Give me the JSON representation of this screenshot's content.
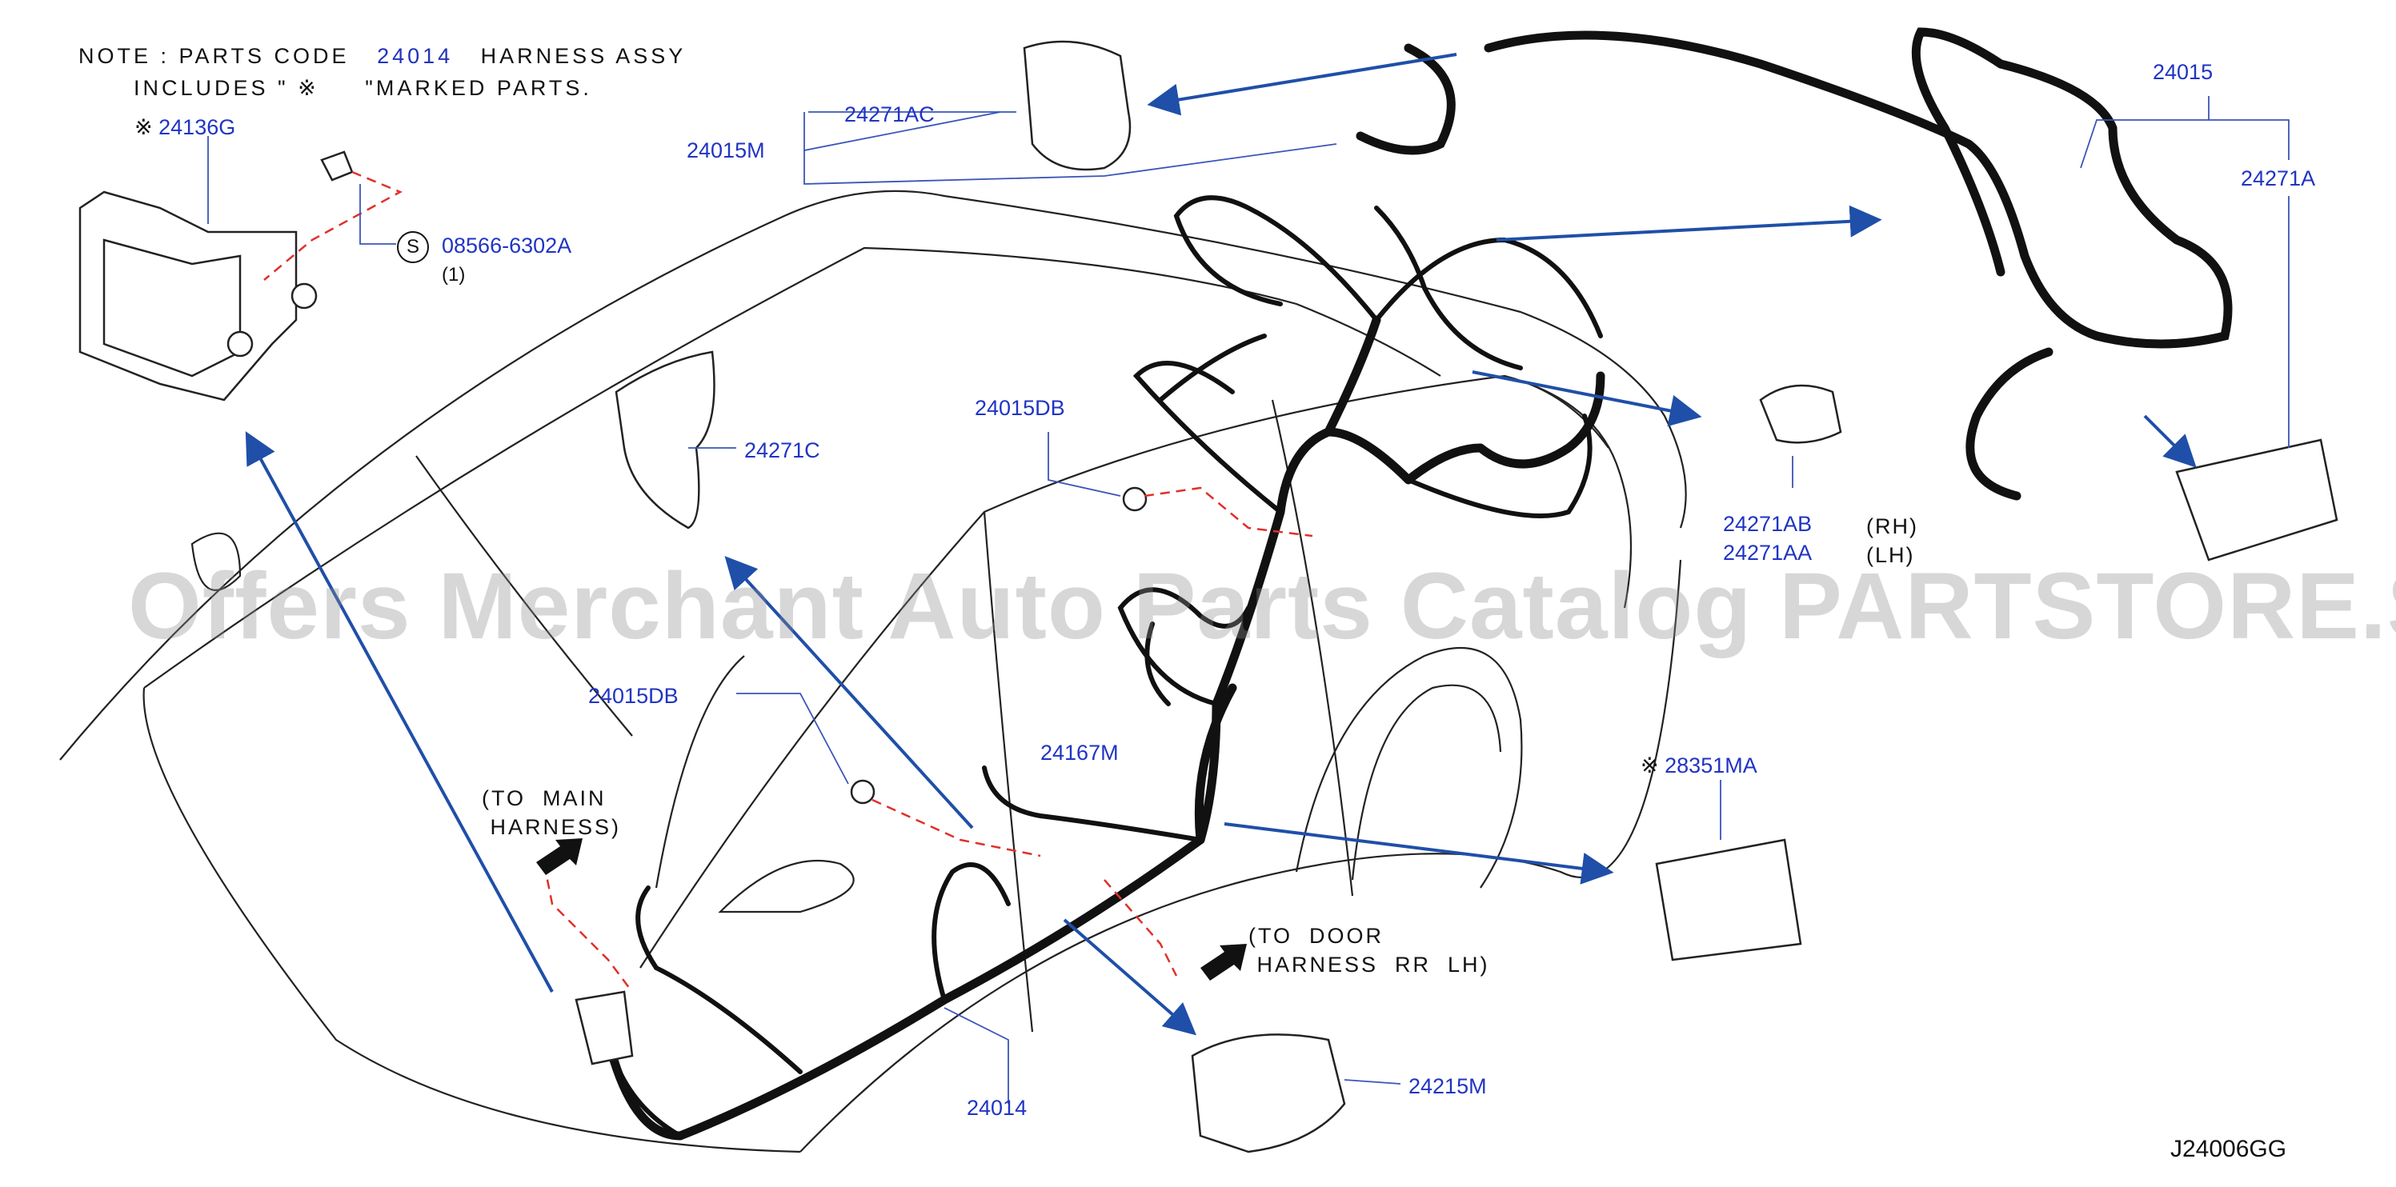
{
  "note": {
    "line1_prefix": "NOTE : PARTS CODE",
    "line1_code": "24014",
    "line1_suffix": "HARNESS ASSY",
    "line2": "INCLUDES \" ※     \"MARKED PARTS."
  },
  "labels": {
    "p24136G": "24136G",
    "p08566": "08566-6302A",
    "p08566_qty": "(1)",
    "p08566_symbol": "S",
    "p24015M": "24015M",
    "p24271AC": "24271AC",
    "p24271C": "24271C",
    "p24015DB_top": "24015DB",
    "p24015DB_mid": "24015DB",
    "p24167M": "24167M",
    "p24014": "24014",
    "p24215M": "24215M",
    "p24015": "24015",
    "p24271A": "24271A",
    "p24271AB": "24271AB",
    "p24271AB_side": "(RH)",
    "p24271AA": "24271AA",
    "p24271AA_side": "(LH)",
    "p28351MA": "28351MA",
    "star_mark": "※"
  },
  "callouts": {
    "to_main_1": "(TO  MAIN",
    "to_main_2": " HARNESS)",
    "to_door_1": "(TO  DOOR",
    "to_door_2": " HARNESS  RR  LH)"
  },
  "watermark": "Offers Merchant Auto Parts Catalog PARTSTORE.SA",
  "figure_code": "J24006GG",
  "colors": {
    "label_blue": "#2034c4",
    "arrow_blue": "#1f4fa8",
    "leader_red": "#e0302a",
    "ink": "#111111"
  }
}
